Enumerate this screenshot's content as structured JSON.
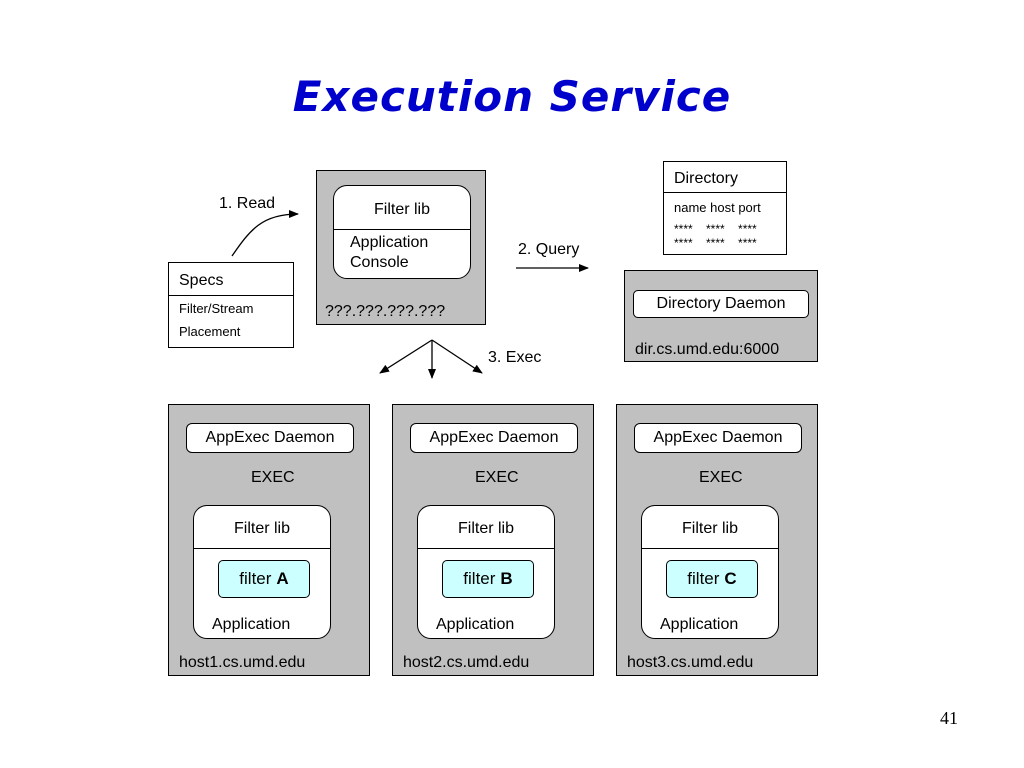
{
  "title": "Execution Service",
  "page_number": "41",
  "specs": {
    "header": "Specs",
    "items": [
      "Filter/Stream",
      "Placement"
    ]
  },
  "console_host": {
    "filter_lib": "Filter lib",
    "app_line1": "Application",
    "app_line2": "Console",
    "address": "???.???.???.???"
  },
  "directory_table": {
    "header": "Directory",
    "columns": "name host port",
    "rows": [
      "****    ****    ****",
      "****    ****    ****"
    ]
  },
  "directory_host": {
    "daemon": "Directory Daemon",
    "address": "dir.cs.umd.edu:6000"
  },
  "steps": {
    "read": "1. Read",
    "query": "2. Query",
    "exec": "3. Exec"
  },
  "hosts": [
    {
      "daemon": "AppExec Daemon",
      "exec": "EXEC",
      "filter_lib": "Filter lib",
      "filter_prefix": "filter",
      "filter_id": "A",
      "application": "Application",
      "hostname": "host1.cs.umd.edu"
    },
    {
      "daemon": "AppExec Daemon",
      "exec": "EXEC",
      "filter_lib": "Filter lib",
      "filter_prefix": "filter",
      "filter_id": "B",
      "application": "Application",
      "hostname": "host2.cs.umd.edu"
    },
    {
      "daemon": "AppExec Daemon",
      "exec": "EXEC",
      "filter_lib": "Filter lib",
      "filter_prefix": "filter",
      "filter_id": "C",
      "application": "Application",
      "hostname": "host3.cs.umd.edu"
    }
  ]
}
